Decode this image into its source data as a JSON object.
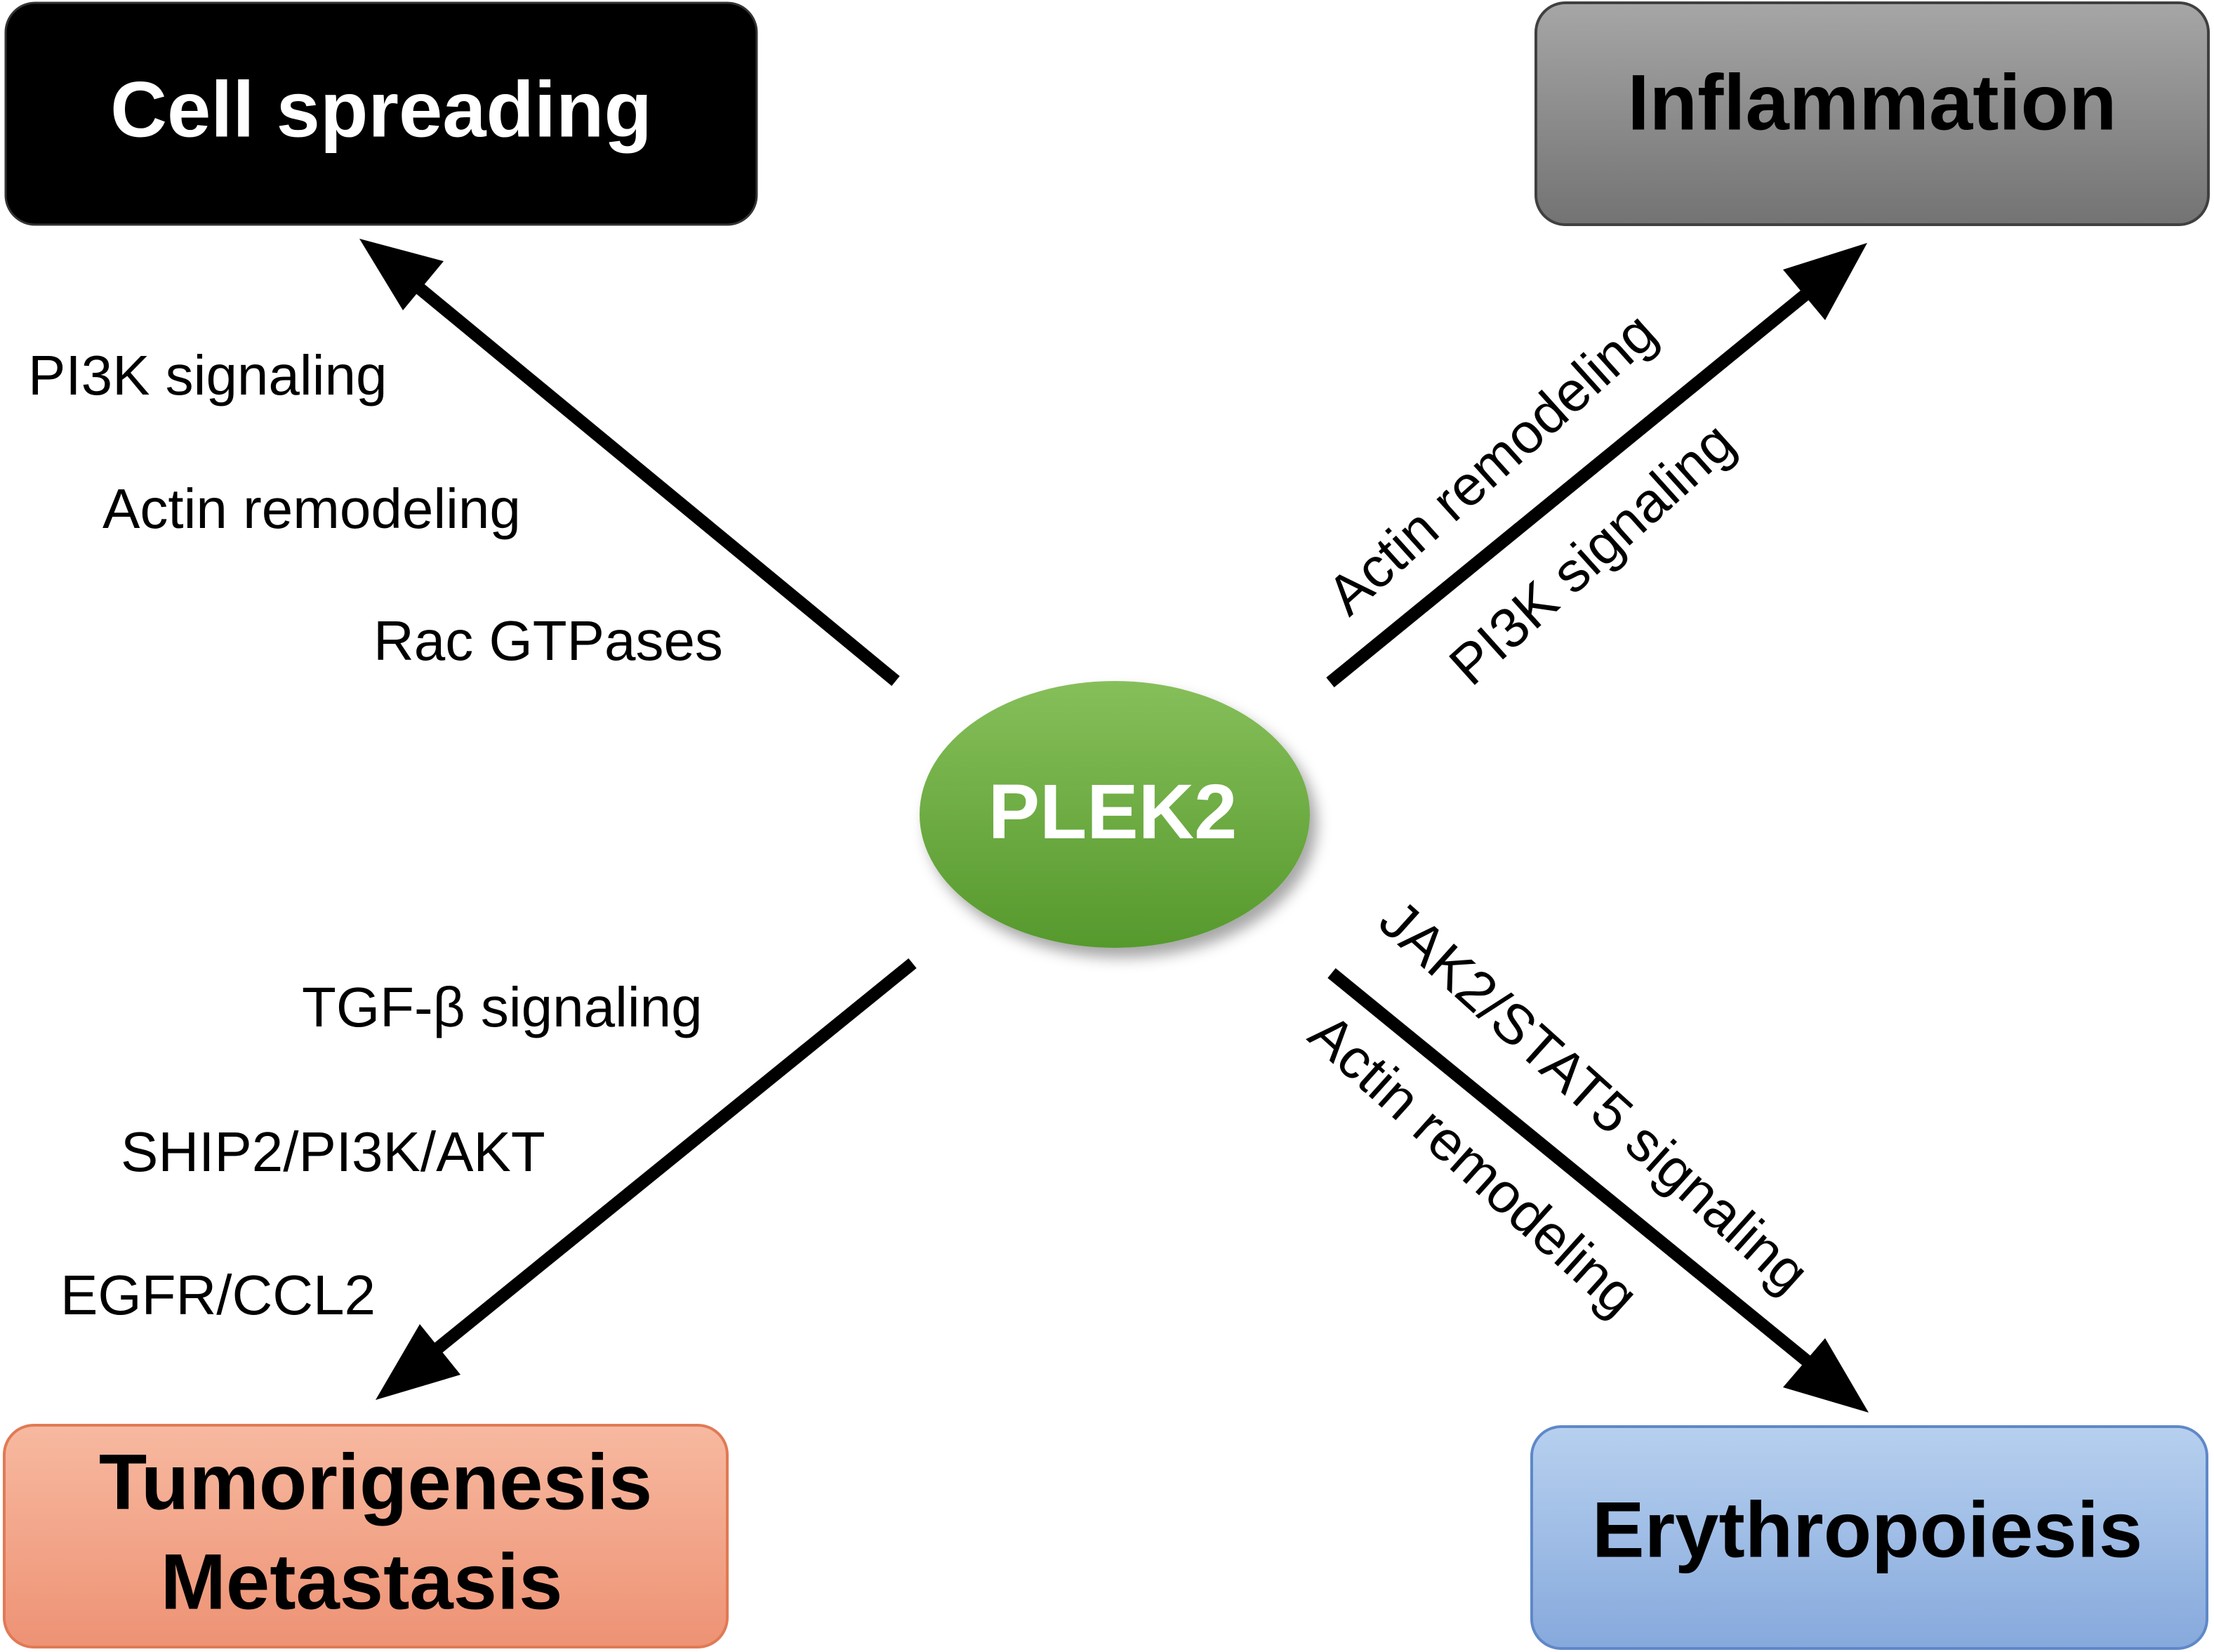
{
  "center": {
    "label": "PLEK2"
  },
  "outcomes": {
    "cell_spreading": {
      "label": "Cell spreading"
    },
    "inflammation": {
      "label": "Inflammation"
    },
    "tumorigenesis": {
      "line1": "Tumorigenesis",
      "line2": "Metastasis"
    },
    "erythropoiesis": {
      "label": "Erythropoiesis"
    }
  },
  "pathways": {
    "cell_spreading": [
      "PI3K signaling",
      "Actin remodeling",
      "Rac GTPases"
    ],
    "inflammation": [
      "Actin remodeling",
      "PI3K signaling"
    ],
    "tumorigenesis": [
      "TGF-β signaling",
      "SHIP2/PI3K/AKT",
      "EGFR/CCL2"
    ],
    "erythropoiesis": [
      "JAK2/STAT5 signaling",
      "Actin remodeling"
    ]
  },
  "colors": {
    "cell_spreading_box": "#000000",
    "inflammation_box": "#8c8c8c",
    "tumorigenesis_box": "#f2a58a",
    "erythropoiesis_box": "#9dbde6",
    "center_green": "#6aac3f",
    "arrow": "#000000"
  }
}
